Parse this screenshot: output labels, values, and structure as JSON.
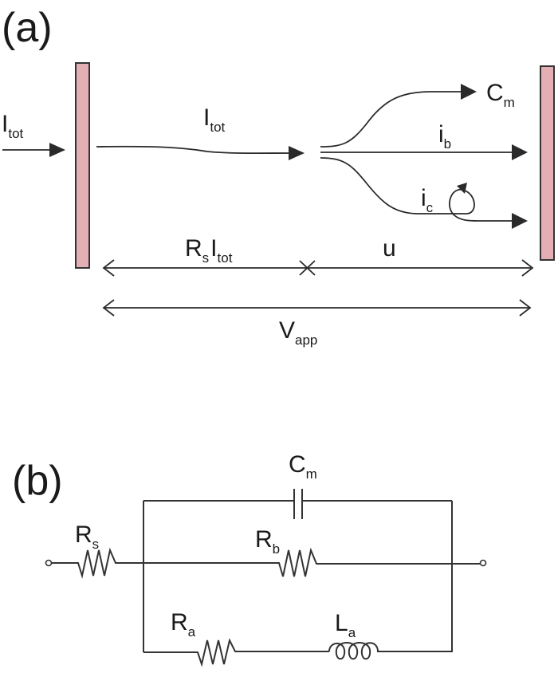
{
  "colors": {
    "electrode_fill": "#e3aeb4",
    "electrode_stroke": "#333333",
    "line": "#2a2a2a"
  },
  "panel_a": {
    "label": "(a)",
    "current_in": {
      "main": "I",
      "sub": "tot"
    },
    "current_mid": {
      "main": "I",
      "sub": "tot"
    },
    "branch_cm": {
      "main": "C",
      "sub": "m"
    },
    "branch_ib": {
      "main": "i",
      "sub": "b"
    },
    "branch_ic": {
      "main": "i",
      "sub": "c"
    },
    "drop_rs": {
      "r_main": "R",
      "r_sub": "s",
      "i_main": "I",
      "i_sub": "tot"
    },
    "drop_u": "u",
    "applied": {
      "main": "V",
      "sub": "app"
    }
  },
  "panel_b": {
    "label": "(b)",
    "components": {
      "rs": {
        "main": "R",
        "sub": "s",
        "type": "resistor"
      },
      "cm": {
        "main": "C",
        "sub": "m",
        "type": "capacitor"
      },
      "rb": {
        "main": "R",
        "sub": "b",
        "type": "resistor"
      },
      "ra": {
        "main": "R",
        "sub": "a",
        "type": "resistor"
      },
      "la": {
        "main": "L",
        "sub": "a",
        "type": "inductor"
      }
    }
  }
}
